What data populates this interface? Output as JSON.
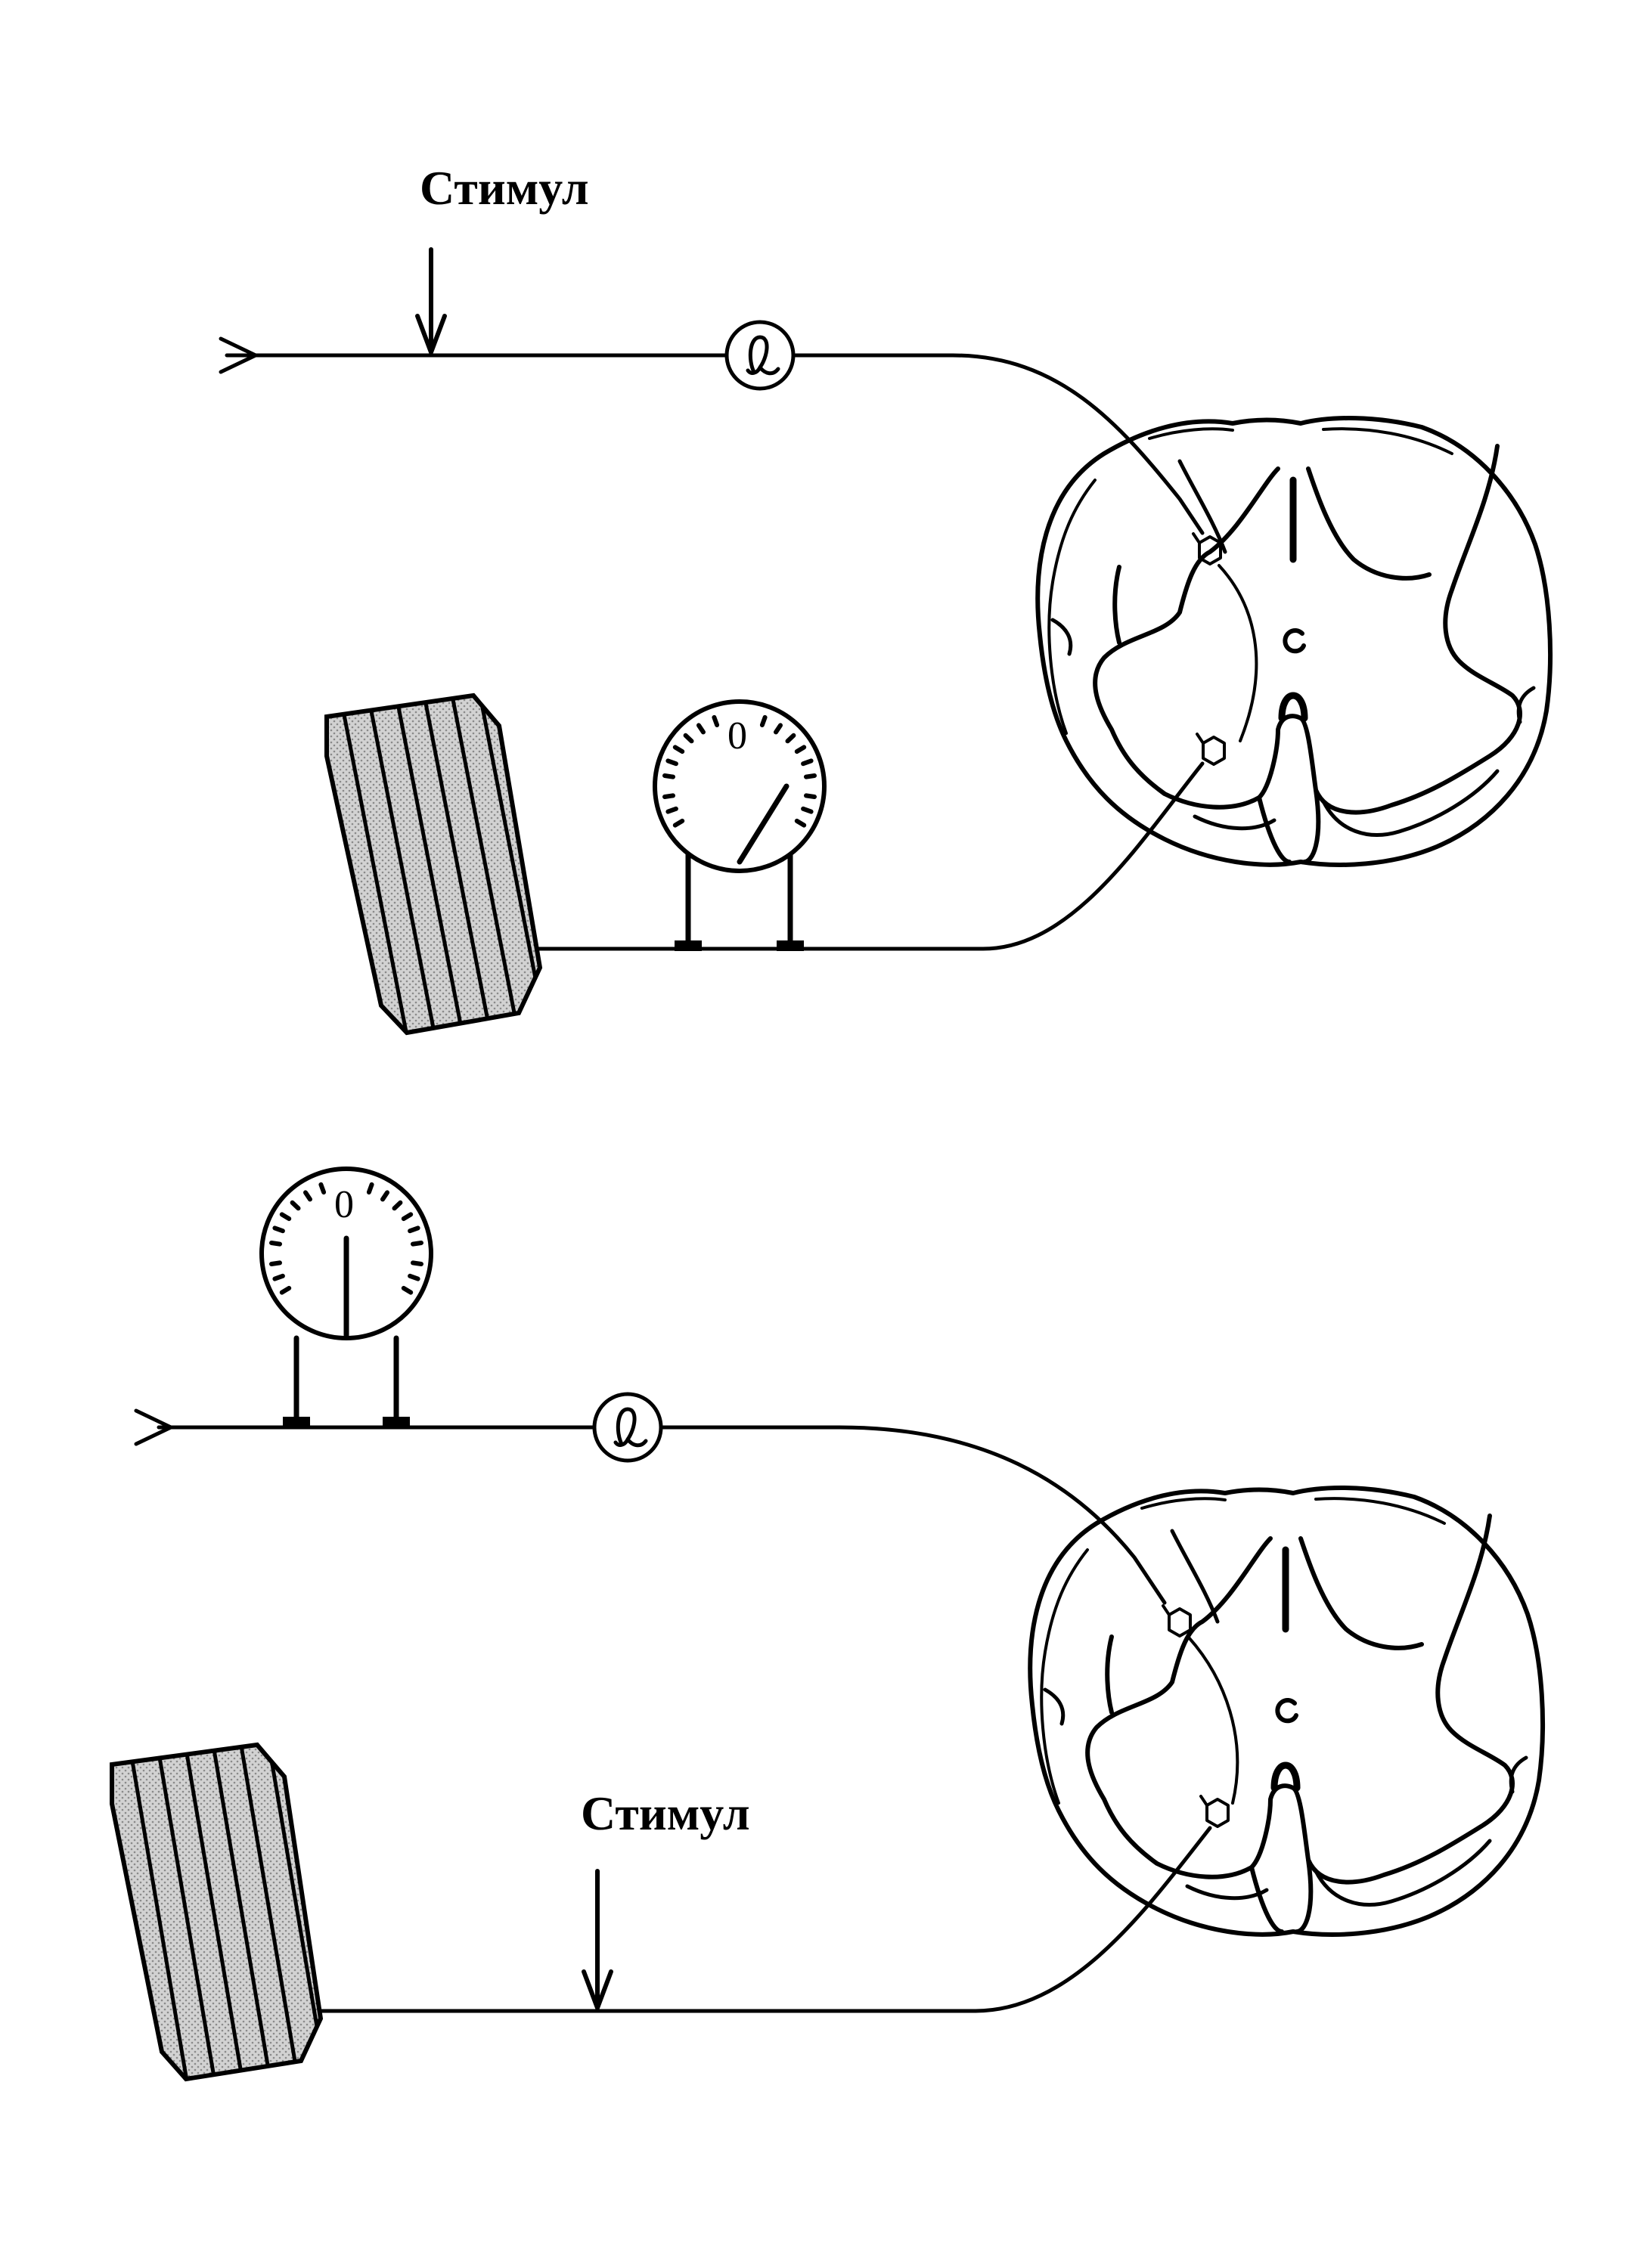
{
  "top_panel": {
    "stimulus_label": "Стимул",
    "meter_zero": "0"
  },
  "bottom_panel": {
    "stimulus_label": "Стимул",
    "meter_zero": "0"
  },
  "colors": {
    "ink": "#000000",
    "muscle_fill": "#c8c8c8",
    "background": "#ffffff"
  }
}
